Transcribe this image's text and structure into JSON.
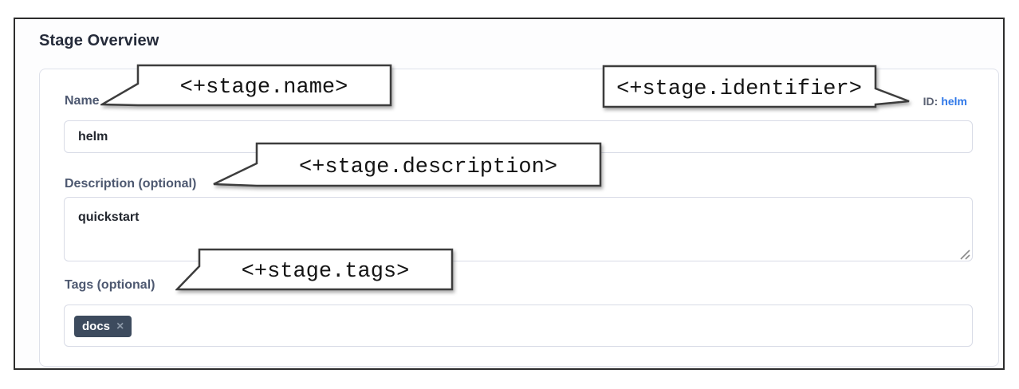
{
  "title": "Stage Overview",
  "form": {
    "name": {
      "label": "Name",
      "value": "helm"
    },
    "id": {
      "label": "ID:",
      "value": "helm"
    },
    "description": {
      "label": "Description (optional)",
      "value": "quickstart"
    },
    "tags": {
      "label": "Tags (optional)"
    }
  },
  "tag_chips": [
    {
      "text": "docs",
      "remove_icon": "×"
    }
  ],
  "callouts": {
    "name": "<+stage.name>",
    "identifier": "<+stage.identifier>",
    "description": "<+stage.description>",
    "tags": "<+stage.tags>"
  },
  "colors": {
    "frame_border": "#2d2d2d",
    "panel_border": "#dee1ea",
    "label_text": "#4d5870",
    "id_link_blue": "#2e77e8",
    "chip_background": "#3d4b5e",
    "chip_remove": "#8d99a8",
    "callout_border": "#3d3d3d"
  }
}
